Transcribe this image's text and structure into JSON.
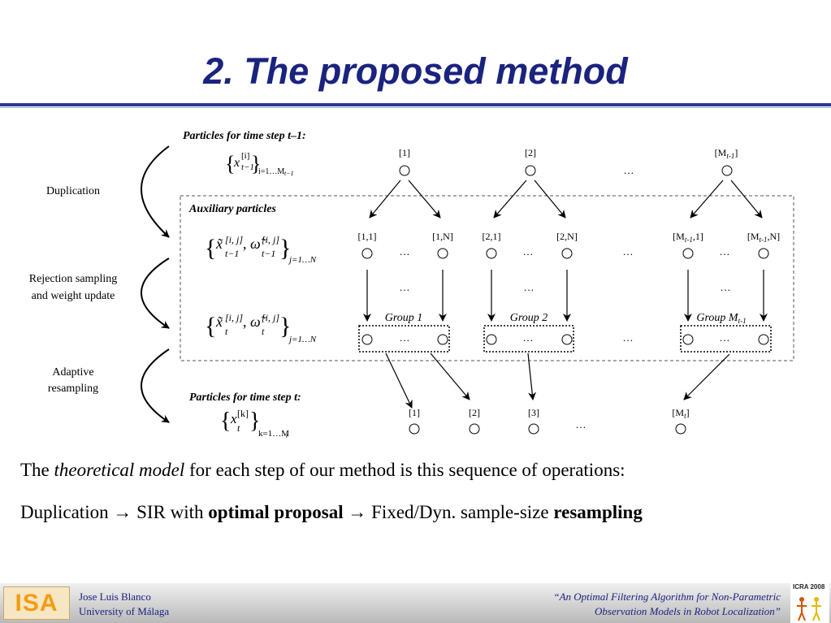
{
  "slide": {
    "title": "2. The proposed method"
  },
  "diagram": {
    "stages": [
      "Duplication",
      "Rejection sampling",
      "and weight update",
      "Adaptive",
      "resampling"
    ],
    "header_prev": "Particles for time step t–1:",
    "header_aux": "Auxiliary particles",
    "header_next": "Particles for time step t:",
    "prev_labels": [
      "[1]",
      "[2]",
      "[M",
      "t-1",
      "]"
    ],
    "aux_labels": [
      "[1,1]",
      "[1,N]",
      "[2,1]",
      "[2,N]",
      "[M",
      "t-1",
      ",1]",
      ",N]"
    ],
    "groups": [
      "Group 1",
      "Group 2",
      "Group M",
      "t-1"
    ],
    "next_labels": [
      "[1]",
      "[2]",
      "[3]",
      "[M",
      "t",
      "]"
    ],
    "ellipsis": "…",
    "formula1": {
      "var": "x",
      "sup": "[i]",
      "sub": "t−1",
      "index": "i=1…M",
      "index_sub": "t−1"
    },
    "formula2": {
      "var1": "x̃",
      "sup": "[i, j]",
      "sub": "t−1",
      "var2": "ω̃",
      "index": "j=1…N"
    },
    "formula3": {
      "var1": "x̃",
      "sup": "[i, j]",
      "sub": "t",
      "var2": "ω̃",
      "index": "j=1…N"
    },
    "formula4": {
      "var": "x",
      "sup": "[k]",
      "sub": "t",
      "index": "k=1…M",
      "index_sub": "t"
    }
  },
  "text": {
    "line1_a": "The ",
    "line1_b": "theoretical model",
    "line1_c": " for each step of our method is this sequence of operations:",
    "line2_a": "Duplication ",
    "line2_arrow": "→",
    "line2_b": " SIR with ",
    "line2_c": "optimal proposal",
    "line2_d": " Fixed/Dyn. sample-size ",
    "line2_e": "resampling"
  },
  "footer": {
    "logo": "ISA",
    "author": "Jose Luis Blanco",
    "affiliation": "University of Málaga",
    "talk_line1": "“An Optimal Filtering Algorithm for Non-Parametric",
    "talk_line2": "Observation Models in Robot Localization”",
    "conference": "ICRA 2008"
  },
  "colors": {
    "title": "#1a237e",
    "rule": "#2a3a94",
    "footer_text": "#1a237e",
    "logo_orange": "#f39c12"
  }
}
